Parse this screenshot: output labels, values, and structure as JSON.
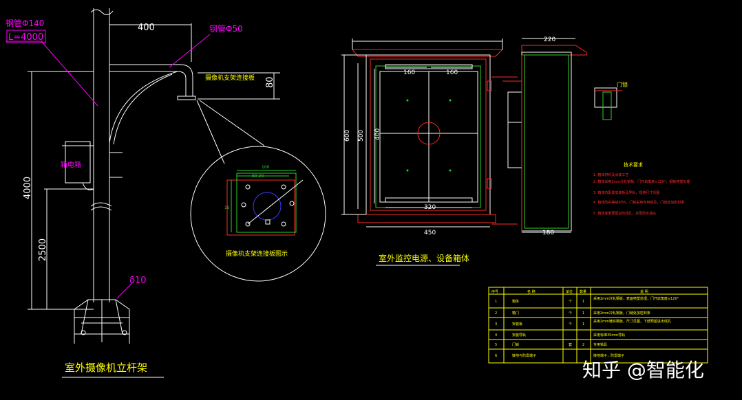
{
  "colors": {
    "background": "#000000",
    "white": "#ffffff",
    "magenta": "#ff00ff",
    "yellow": "#ffff00",
    "red": "#ff2a2a",
    "green": "#2bd52b",
    "cyan": "#00e0e0"
  },
  "pole": {
    "pipe_label": "钢管Φ140",
    "length_label": "L=4000",
    "arm_dim": "400",
    "arm_pipe_label": "钢管Φ50",
    "drop_dim": "80",
    "mount_note": "摄像机支架连接板",
    "height_total": "4000",
    "height_box": "2500",
    "base_label": "δ10",
    "box_label": "箱电箱",
    "title": "室外摄像机立杆架",
    "detail_title": "摄像机支架连接板图示",
    "detail_dims": [
      "100",
      "80 20",
      "15"
    ]
  },
  "cabinet": {
    "title": "室外监控电源、设备箱体",
    "dim_160_left": "160",
    "dim_160_right": "160",
    "dim_320": "320",
    "dim_450": "450",
    "dim_600": "600",
    "dim_500": "500",
    "dim_400": "400",
    "side_220": "220",
    "side_180": "180",
    "notes_title": "技术要求",
    "notes": [
      "1. 箱体材料及涂装工艺",
      "2. 箱体采用2mm冷轧钢板，门开启角度≥120°，钢板喷塑处理",
      "3. 箱体内配置安装板及导轨，规格尺寸见图",
      "4. 箱体防护等级IP55，门锁采用专用锁具，门缝处加密封条",
      "5. 箱体底部预留进出线孔，并配防水接头"
    ],
    "door_lock_label": "门锁"
  },
  "table": {
    "headers": [
      "序号",
      "名 称",
      "单位",
      "数量",
      "说 明"
    ],
    "rows": [
      [
        "1",
        "箱体",
        "个",
        "1",
        "采用2mm冷轧钢板，表面喷塑处理，门开启角度≥120°"
      ],
      [
        "2",
        "箱门",
        "个",
        "1",
        "采用2mm冷轧钢板，门缝处加密封条"
      ],
      [
        "3",
        "安装板",
        "个",
        "1",
        "采用2mm镀锌钢板，尺寸见图，下部预留进出线孔"
      ],
      [
        "4",
        "安装导轨",
        "",
        "",
        "采用标准35mm导轨"
      ],
      [
        "5",
        "门锁",
        "套",
        "2",
        "专用锁具"
      ],
      [
        "6",
        "接地与防雷端子",
        "",
        "",
        "接地端子，防雷端子"
      ]
    ]
  },
  "watermark": "知乎 @智能化"
}
